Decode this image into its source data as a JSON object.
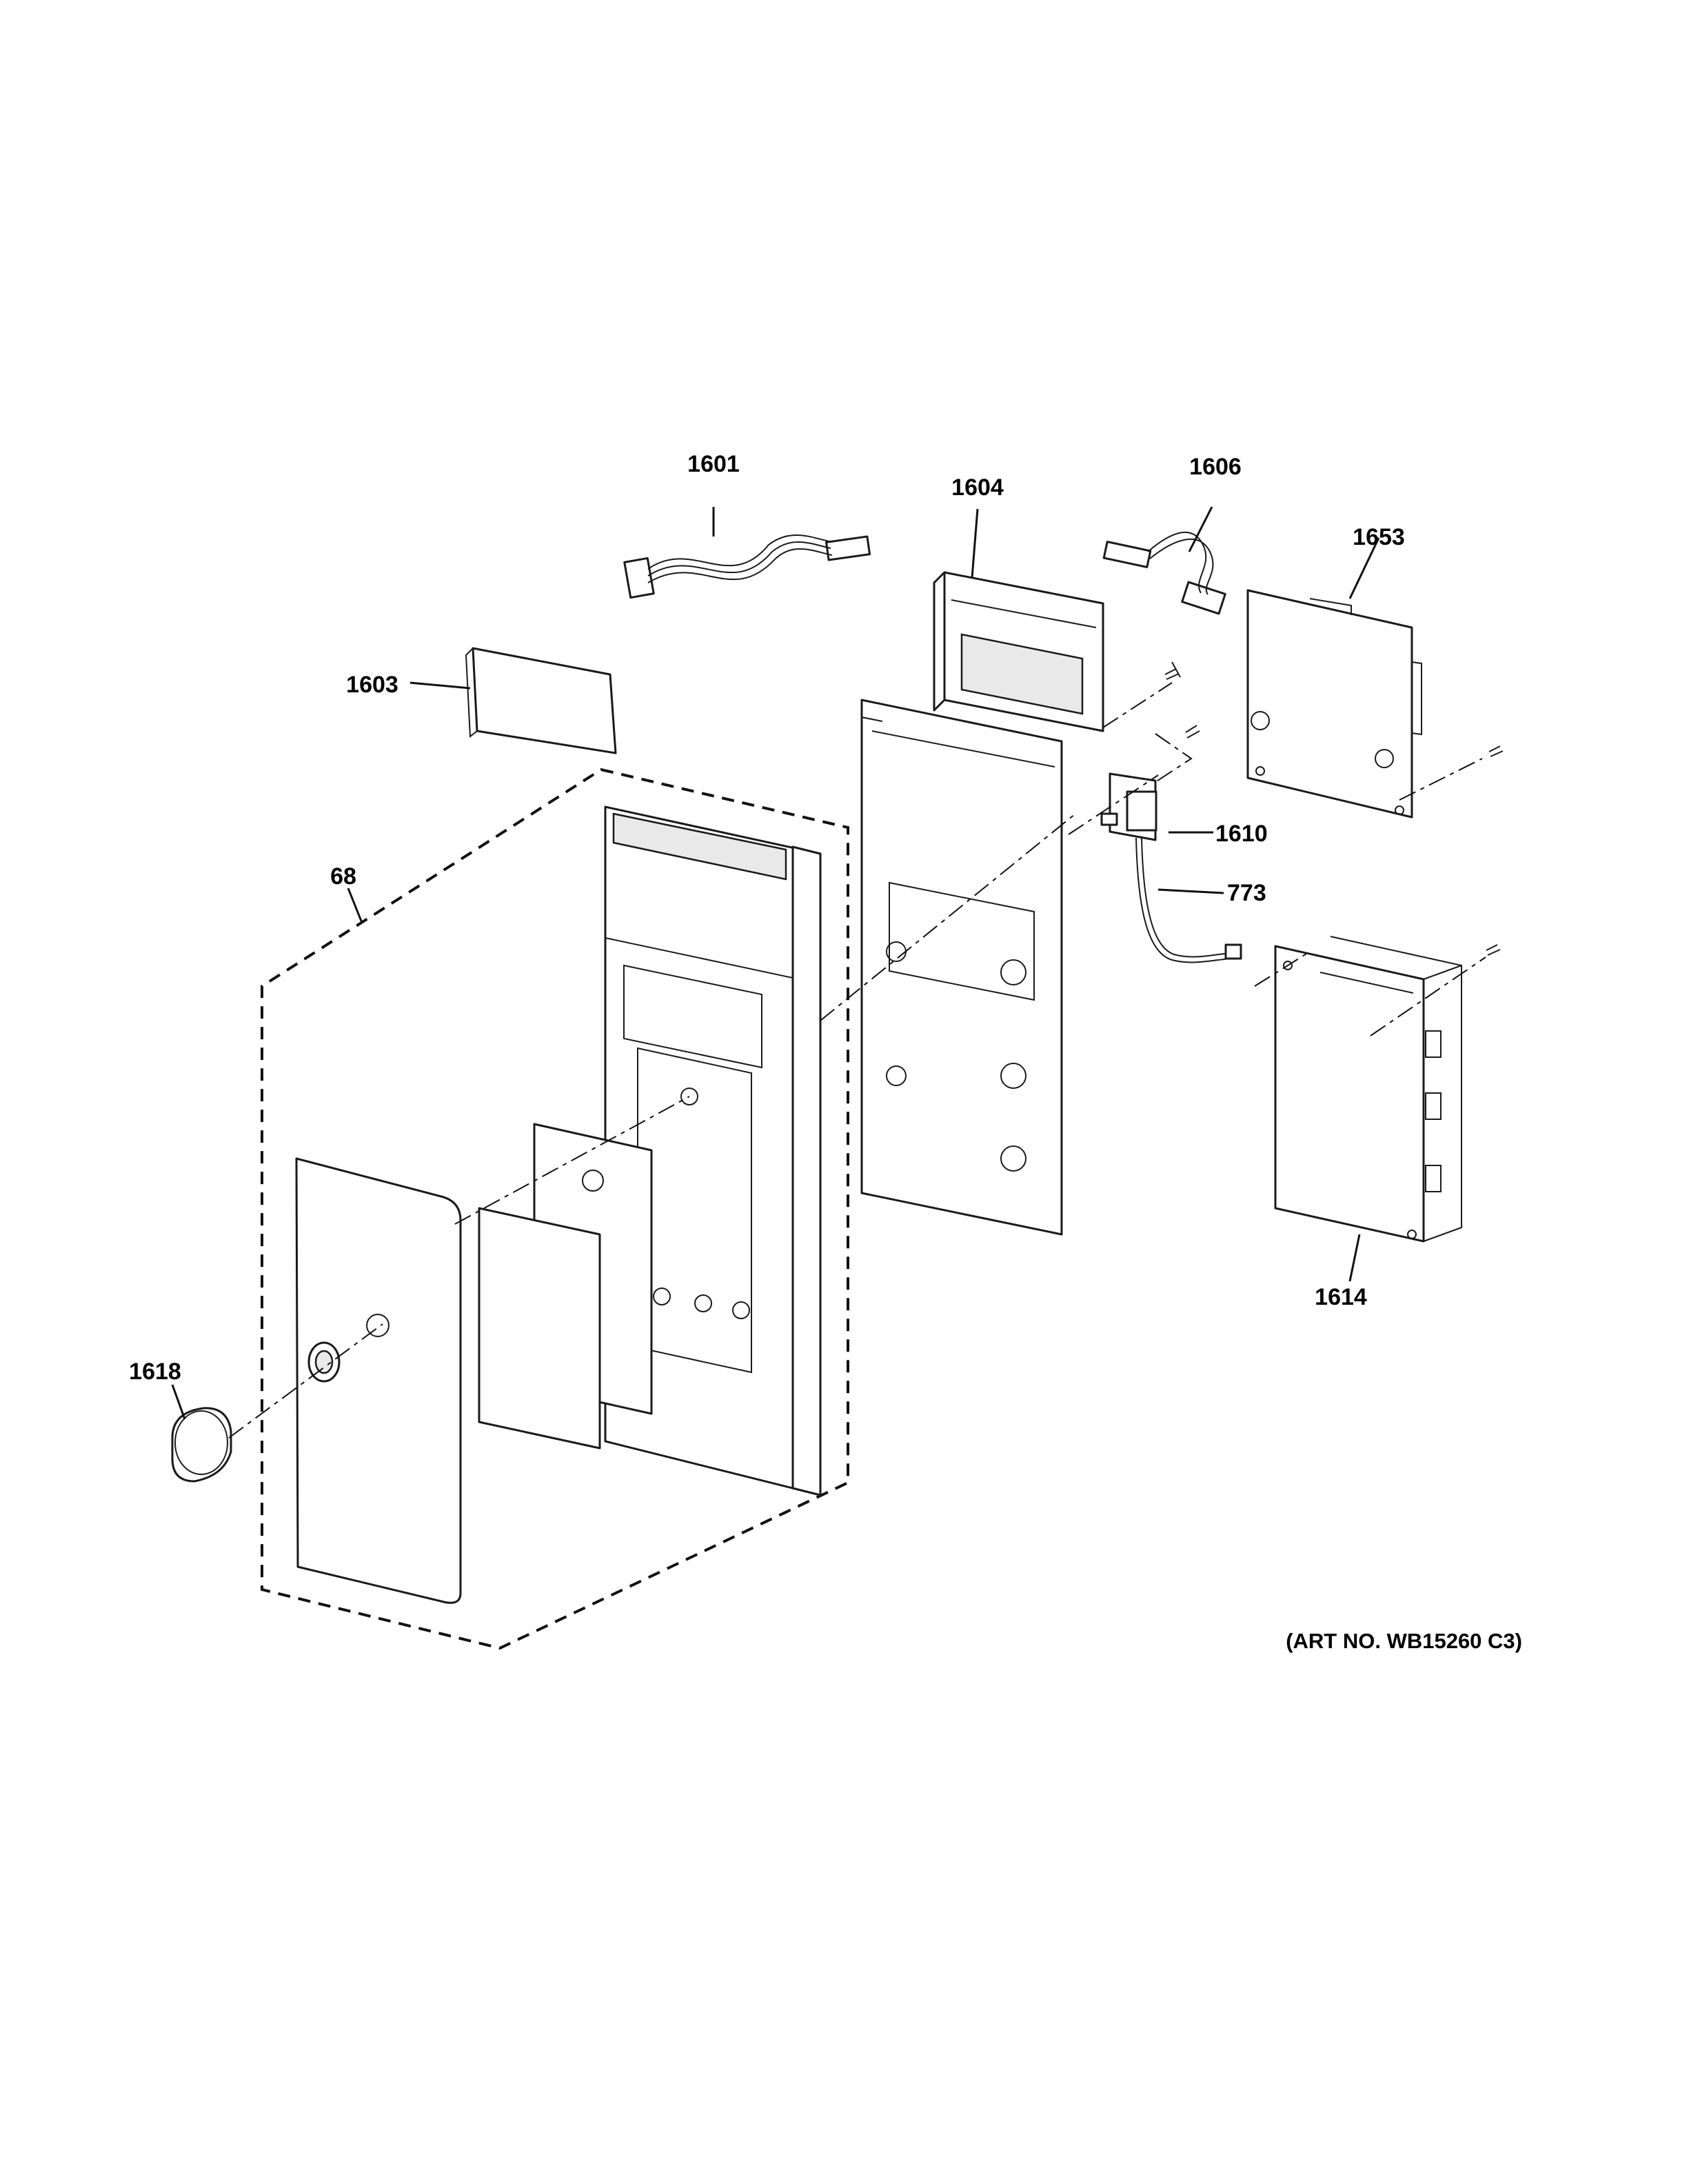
{
  "callouts": {
    "c1601": "1601",
    "c1603": "1603",
    "c1604": "1604",
    "c1606": "1606",
    "c1653": "1653",
    "c68": "68",
    "c1610": "1610",
    "c773": "773",
    "c1614": "1614",
    "c1618": "1618"
  },
  "art_number": "(ART NO. WB15260 C3)"
}
